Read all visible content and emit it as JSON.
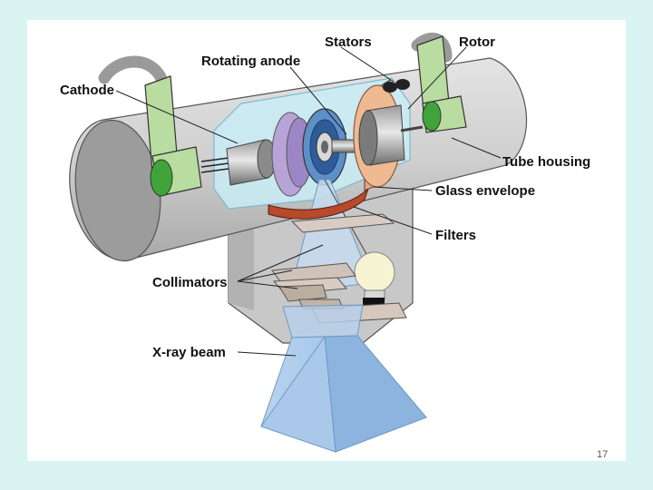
{
  "slide": {
    "page_number": "17"
  },
  "diagram": {
    "labels": {
      "cathode": "Cathode",
      "rotating_anode": "Rotating anode",
      "stators": "Stators",
      "rotor": "Rotor",
      "tube_housing": "Tube housing",
      "glass_envelope": "Glass envelope",
      "filters": "Filters",
      "collimators": "Collimators",
      "xray_beam": "X-ray beam"
    },
    "colors": {
      "background": "#d9f4f1",
      "housing": "#cfcfcf",
      "glass": "#c9ecf6",
      "cathode_arm": "#b9dca0",
      "anode_disk": "#5d8fc8",
      "stator": "#e6a67a",
      "beam": "#9fc3e8"
    }
  }
}
